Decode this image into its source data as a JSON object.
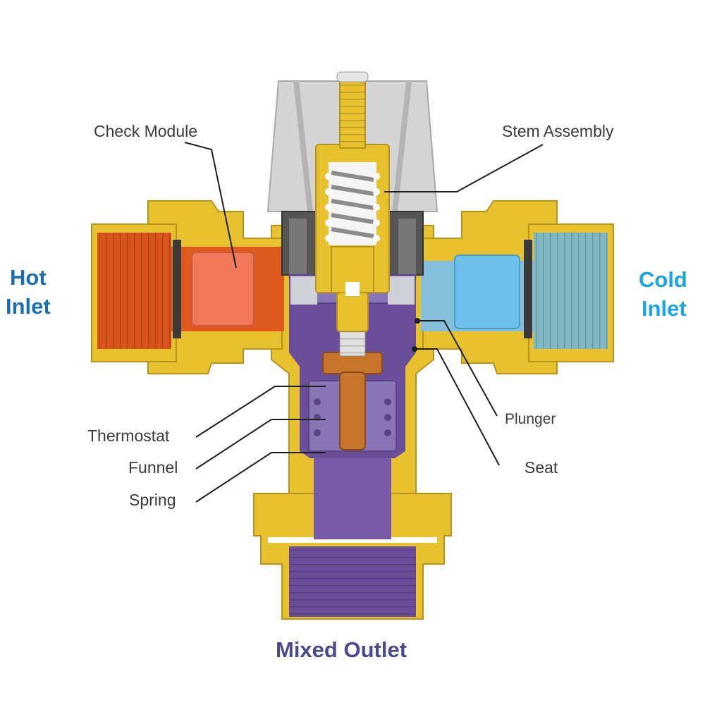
{
  "labels": {
    "check_module": "Check Module",
    "stem_assembly": "Stem Assembly",
    "thermostat": "Thermostat",
    "funnel": "Funnel",
    "spring": "Spring",
    "plunger": "Plunger",
    "seat": "Seat",
    "hot_line1": "Hot",
    "hot_line2": "Inlet",
    "cold_line1": "Cold",
    "cold_line2": "Inlet",
    "mixed_outlet": "Mixed Outlet"
  },
  "colors": {
    "hot_label": "#1a6fb3",
    "cold_label": "#1aa6e0",
    "mixed_label": "#4b4a8c",
    "brass": "#e8c22e",
    "brass_dark": "#b8921a",
    "hot_water": "#d9531c",
    "hot_check": "#f07858",
    "cold_water": "#7fb8c4",
    "cold_check": "#6ec0ec",
    "mixed_water": "#6a4e9a",
    "cap": "#d4d4d4",
    "copper": "#c8752c"
  }
}
